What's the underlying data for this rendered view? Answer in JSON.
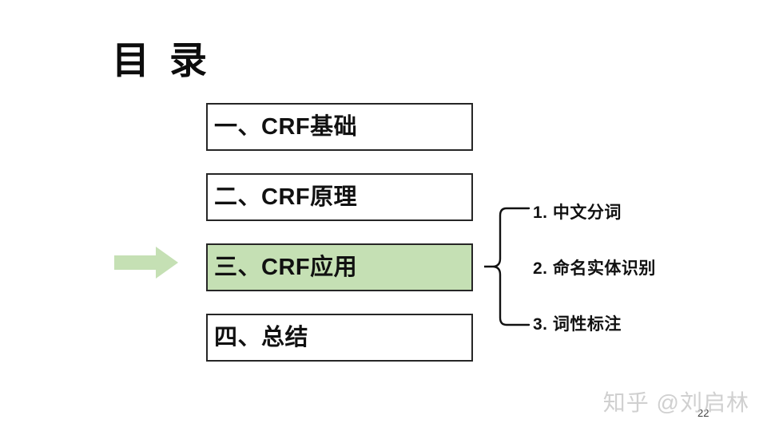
{
  "slide": {
    "title": "目 录",
    "page_number": "22",
    "watermark": "知乎 @刘启林",
    "background_color": "#ffffff",
    "highlight_color": "#c5e0b4",
    "border_color": "#262626",
    "text_color": "#111111"
  },
  "agenda": {
    "items": [
      {
        "label": "一、CRF基础",
        "active": false
      },
      {
        "label": "二、CRF原理",
        "active": false
      },
      {
        "label": "三、CRF应用",
        "active": true
      },
      {
        "label": "四、总结",
        "active": false
      }
    ]
  },
  "pointer": {
    "icon": "right-arrow-icon",
    "color": "#c5e0b4",
    "points_to": "三、CRF应用"
  },
  "sub_list": {
    "brace": "left-curly-brace",
    "items": [
      {
        "number": "1.",
        "label": "中文分词",
        "text": "1. 中文分词"
      },
      {
        "number": "2.",
        "label": "命名实体识别",
        "text": "2. 命名实体识别"
      },
      {
        "number": "3.",
        "label": "词性标注",
        "text": "3. 词性标注"
      }
    ]
  }
}
